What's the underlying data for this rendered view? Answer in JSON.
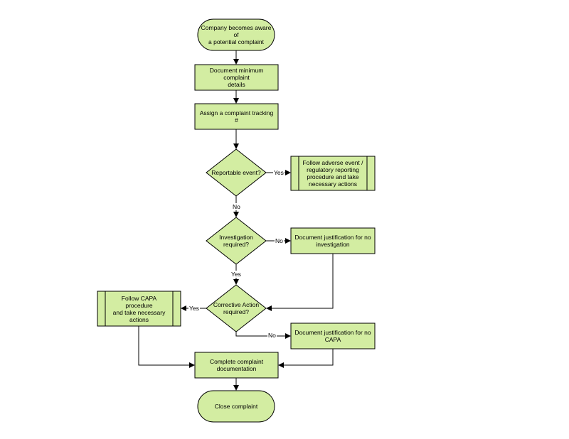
{
  "colors": {
    "fill": "#d3eda2",
    "stroke": "#000000",
    "line": "#000000"
  },
  "nodes": {
    "start": "Company becomes aware of\na potential complaint",
    "doc_min": "Document minimum complaint\ndetails",
    "assign": "Assign a complaint tracking #",
    "reportable": "Reportable event?",
    "adverse": "Follow adverse event /\nregulatory reporting\nprocedure and take\nnecessary actions",
    "investigation": "Investigation\nrequired?",
    "doc_no_inv": "Document justification for no\ninvestigation",
    "capa_q": "Corrective Action\nrequired?",
    "capa_proc": "Follow CAPA procedure\nand take necessary\nactions",
    "doc_no_capa": "Document justification for no\nCAPA",
    "complete": "Complete complaint\ndocumentation",
    "close": "Close complaint"
  },
  "edge_labels": {
    "reportable_yes": "Yes",
    "reportable_no": "No",
    "investigation_no": "No",
    "investigation_yes": "Yes",
    "capa_yes": "Yes",
    "capa_no": "No"
  }
}
